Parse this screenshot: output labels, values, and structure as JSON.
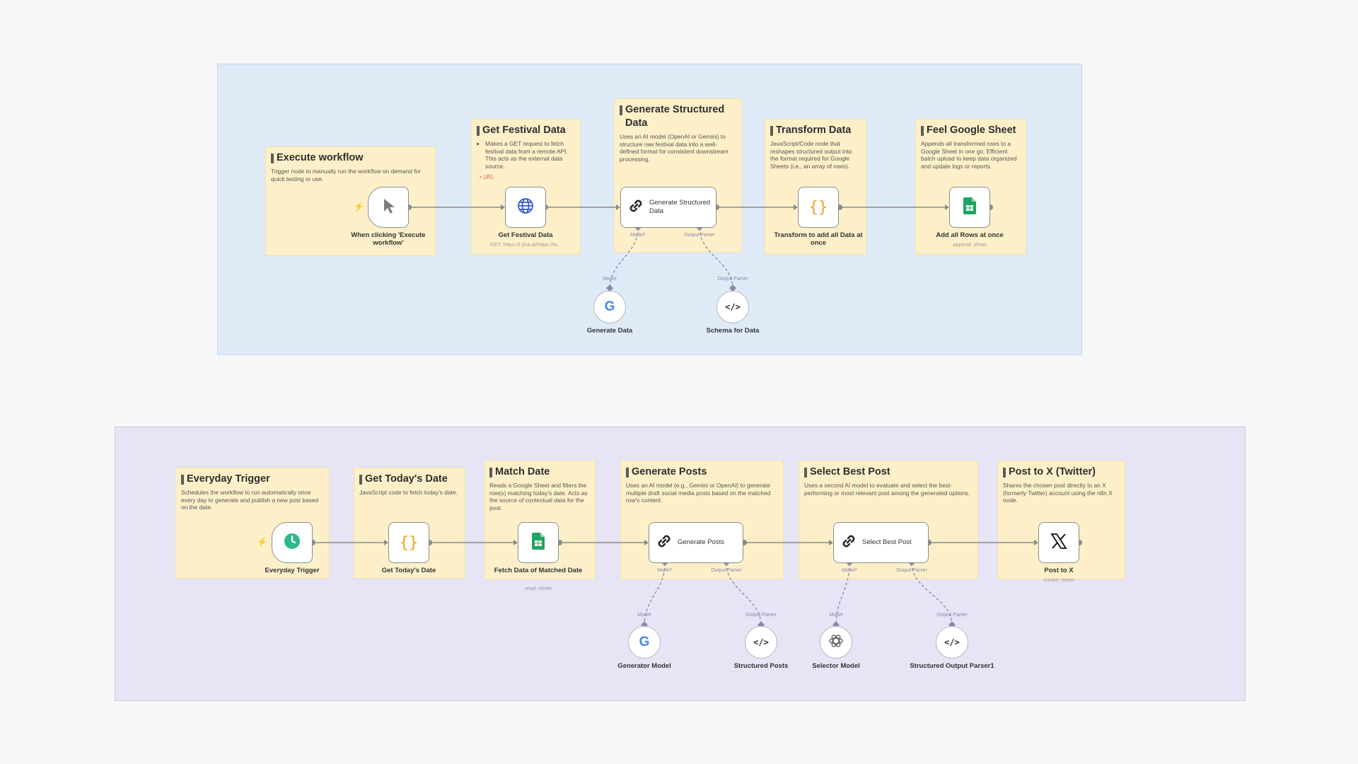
{
  "group1": {
    "notes": {
      "execute": {
        "title": "Execute workflow",
        "desc": "Trigger node to manually run the workflow on demand for quick testing or use."
      },
      "get_festival": {
        "title": "Get Festival Data",
        "bullet": "Makes a GET request to fetch festival data from a remote API. This acts as the external data source.",
        "url": "URL"
      },
      "generate_structured": {
        "title": "Generate Structured Data",
        "desc": "Uses an AI model (OpenAI or Gemini) to structure raw festival data into a well-defined format for consistent downstream processing."
      },
      "transform": {
        "title": "Transform Data",
        "desc": "JavaScript/Code node that reshapes structured output into the format required for Google Sheets (i.e., an array of rows)."
      },
      "feel_sheet": {
        "title": "Feel Google Sheet",
        "desc": "Appends all transformed rows to a Google Sheet in one go. Efficient batch upload to keep data organized and update logs or reports."
      }
    },
    "nodes": {
      "execute": {
        "label": "When clicking 'Execute workflow'"
      },
      "get_festival": {
        "label": "Get Festival Data",
        "sub": "GET: https://r.jina.ai/https://w..."
      },
      "generate_structured": {
        "inner": "Generate Structured Data",
        "port_model": "Model*",
        "port_parser": "Output Parser"
      },
      "transform": {
        "label": "Transform to add all Data at once"
      },
      "add_rows": {
        "label": "Add all Rows at once",
        "sub": "append: sheet"
      },
      "generate_data": {
        "label": "Generate Data",
        "port": "Model"
      },
      "schema": {
        "label": "Schema for Data",
        "port": "Output Parser"
      }
    }
  },
  "group2": {
    "notes": {
      "everyday": {
        "title": "Everyday Trigger",
        "desc": "Schedules the workflow to run automatically once every day to generate and publish a new post based on the date."
      },
      "today": {
        "title": "Get Today's Date",
        "desc": "JavaScript code to fetch today's date."
      },
      "match": {
        "title": "Match Date",
        "desc": "Reads a Google Sheet and filters the row(s) matching today's date. Acts as the source of contextual data for the post."
      },
      "gen_posts": {
        "title": "Generate Posts",
        "desc": "Uses an AI model (e.g., Gemini or OpenAI) to generate multiple draft social media posts based on the matched row's content."
      },
      "select": {
        "title": "Select Best Post",
        "desc": "Uses a second AI model to evaluate and select the best-performing or most relevant post among the generated options."
      },
      "post_x": {
        "title": "Post to X (Twitter)",
        "desc": "Shares the chosen post directly to an X (formerly Twitter) account using the n8n X node."
      }
    },
    "nodes": {
      "everyday": {
        "label": "Everyday Trigger"
      },
      "today": {
        "label": "Get Today's Date"
      },
      "fetch": {
        "label": "Fetch Data of Matched Date",
        "sub": "read: sheet"
      },
      "gen_posts": {
        "inner": "Generate Posts",
        "port_model": "Model*",
        "port_parser": "Output Parser"
      },
      "select": {
        "inner": "Select Best Post",
        "port_model": "Model*",
        "port_parser": "Output Parser"
      },
      "post_x": {
        "label": "Post to X",
        "sub": "create: tweet"
      },
      "gen_model": {
        "label": "Generator Model",
        "port": "Model"
      },
      "structured_posts": {
        "label": "Structured Posts",
        "port": "Output Parser"
      },
      "selector_model": {
        "label": "Selector Model",
        "port": "Model"
      },
      "structured_parser": {
        "label": "Structured Output Parser1",
        "port": "Output Parser"
      }
    }
  },
  "colors": {
    "group1": "#dfeaf7",
    "group2": "#e6e4f5",
    "note": "#fdf0c9",
    "sheets_green": "#1fa463",
    "trigger_green": "#2eb88a",
    "code_orange": "#f0a020",
    "globe_blue": "#3b5bcc"
  }
}
